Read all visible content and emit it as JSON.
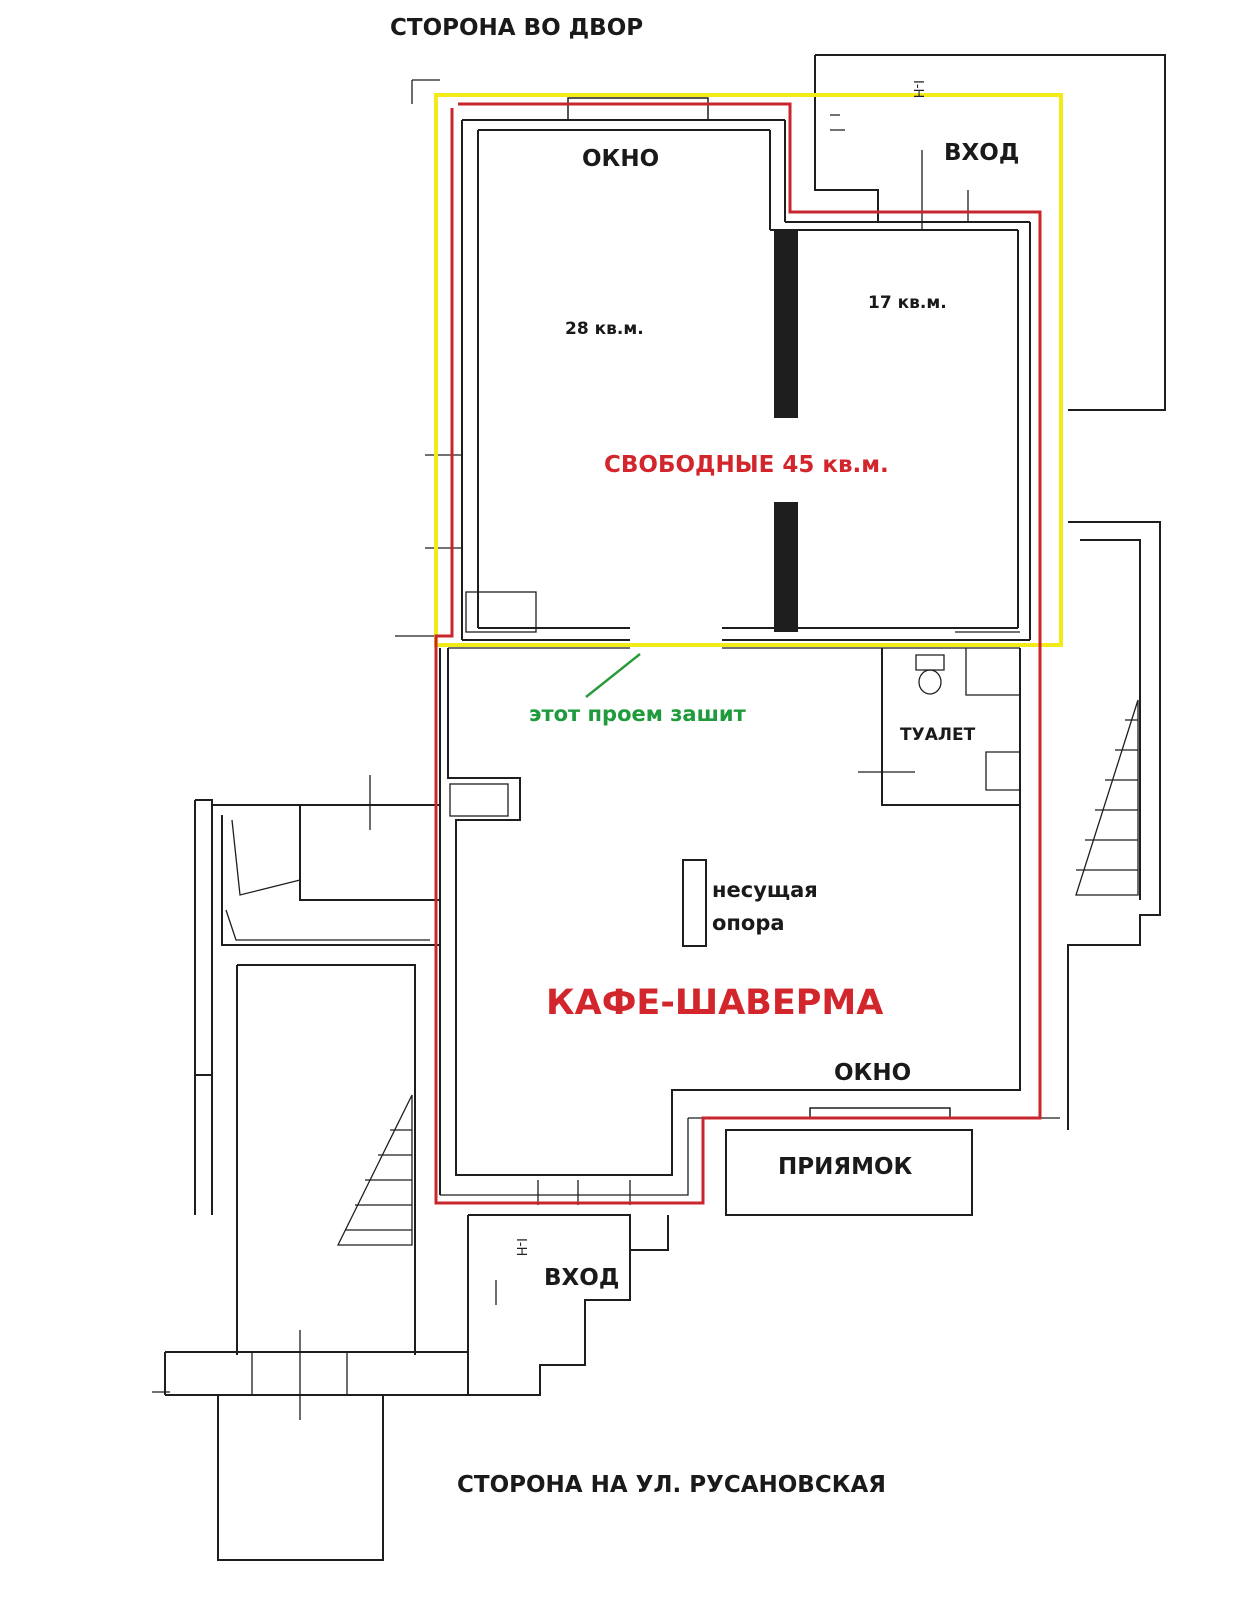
{
  "labels": {
    "top_side": "СТОРОНА ВО ДВОР",
    "bottom_side": "СТОРОНА НА УЛ. РУСАНОВСКАЯ",
    "window_top": "ОКНО",
    "entrance_top": "ВХОД",
    "area_28": "28 кв.м.",
    "area_17": "17 кв.м.",
    "free_area": "СВОБОДНЫЕ 45 кв.м.",
    "opening_closed": "этот проем зашит",
    "toilet": "ТУАЛЕТ",
    "column_line1": "несущая",
    "column_line2": "опора",
    "cafe": "КАФЕ-ШАВЕРМА",
    "window_bottom": "ОКНО",
    "pit": "ПРИЯМОК",
    "entrance_bottom": "ВХОД",
    "mark_top": "I-H",
    "mark_bottom": "I-H"
  },
  "colors": {
    "highlight_yellow": "#f3ea19",
    "boundary_red": "#c8262c",
    "text_red": "#d3262c",
    "text_green": "#1f9a3c",
    "arrow_green": "#2a9a3c"
  }
}
